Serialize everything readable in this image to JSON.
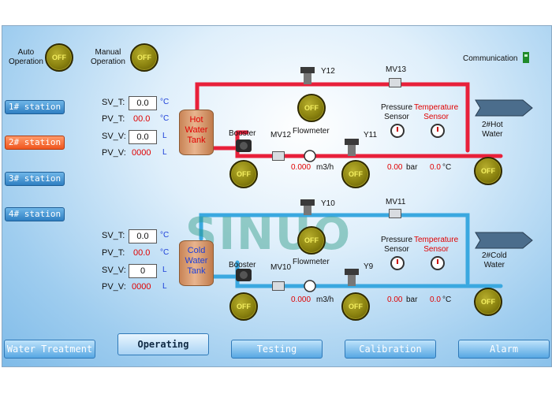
{
  "mode": {
    "auto_label": "Auto\nOperation",
    "manual_label": "Manual\nOperation",
    "auto_state": "OFF",
    "manual_state": "OFF"
  },
  "communication_label": "Communication",
  "stations": [
    "1# station",
    "2# station",
    "3# station",
    "4# station"
  ],
  "hot": {
    "sv_t_label": "SV_T:",
    "sv_t_value": "0.0",
    "sv_t_unit": "°C",
    "pv_t_label": "PV_T:",
    "pv_t_value": "00.0",
    "pv_t_unit": "°C",
    "sv_v_label": "SV_V:",
    "sv_v_value": "0.0",
    "sv_v_unit": "L",
    "pv_v_label": "PV_V:",
    "pv_v_value": "0000",
    "pv_v_unit": "L",
    "tank_label": "Hot\nWater\nTank",
    "booster_label": "Booster",
    "mv_left_label": "MV12",
    "flowmeter_label": "Flowmeter",
    "y_right_label": "Y11",
    "y_top_label": "Y12",
    "mv_top_label": "MV13",
    "pressure_label": "Pressure\nSensor",
    "temperature_label": "Temperature\nSensor",
    "flow_value": "0.000",
    "flow_unit": "m3/h",
    "pressure_value": "0.00",
    "pressure_unit": "bar",
    "temp_value": "0.0",
    "temp_unit": "°C",
    "outlet_label": "2#Hot\nWater",
    "offs": [
      "OFF",
      "OFF",
      "OFF",
      "OFF"
    ]
  },
  "cold": {
    "sv_t_label": "SV_T:",
    "sv_t_value": "0.0",
    "sv_t_unit": "°C",
    "pv_t_label": "PV_T:",
    "pv_t_value": "00.0",
    "pv_t_unit": "°C",
    "sv_v_label": "SV_V:",
    "sv_v_value": "0",
    "sv_v_unit": "L",
    "pv_v_label": "PV_V:",
    "pv_v_value": "0000",
    "pv_v_unit": "L",
    "tank_label": "Cold\nWater\nTank",
    "booster_label": "Booster",
    "mv_left_label": "MV10",
    "flowmeter_label": "Flowmeter",
    "y_right_label": "Y9",
    "y_top_label": "Y10",
    "mv_top_label": "MV11",
    "pressure_label": "Pressure\nSensor",
    "temperature_label": "Temperature\nSensor",
    "flow_value": "0.000",
    "flow_unit": "m3/h",
    "pressure_value": "0.00",
    "pressure_unit": "bar",
    "temp_value": "0.0",
    "temp_unit": "°C",
    "outlet_label": "2#Cold\nWater",
    "offs": [
      "OFF",
      "OFF",
      "OFF",
      "OFF"
    ]
  },
  "tabs": [
    "Water Treatment",
    "Operating",
    "Testing",
    "Calibration",
    "Alarm"
  ],
  "active_tab": "Operating",
  "watermark": "SINUO",
  "window_controls": "— □ ×",
  "colors": {
    "hot_pipe": "#e8203a",
    "cold_pipe": "#3aa8e0",
    "off_button": "#8a820f",
    "active_station": "#f0561e"
  }
}
